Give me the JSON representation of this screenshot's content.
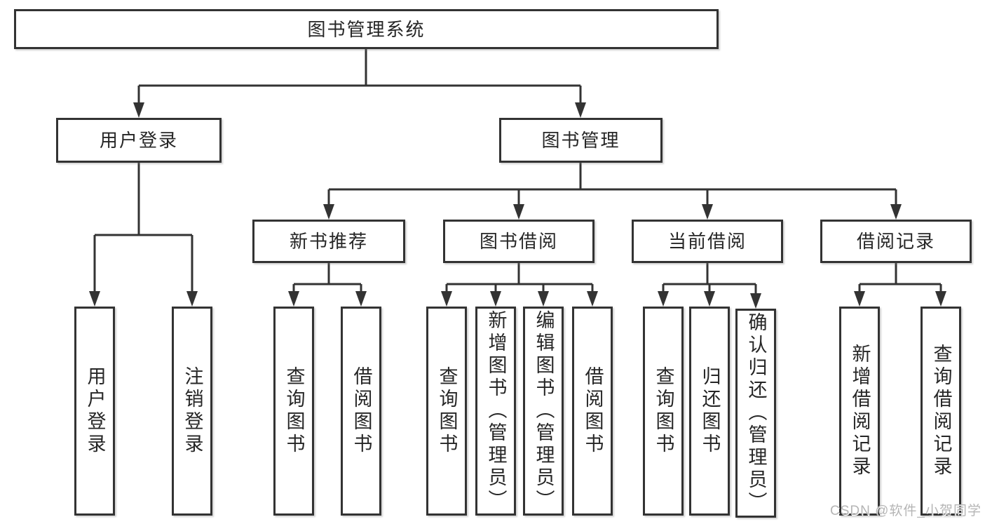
{
  "tree": {
    "label": "图书管理系统",
    "children": [
      {
        "label": "用户登录",
        "children": [
          {
            "label": "用户登录"
          },
          {
            "label": "注销登录"
          }
        ]
      },
      {
        "label": "图书管理",
        "children": [
          {
            "label": "新书推荐",
            "children": [
              {
                "label": "查询图书"
              },
              {
                "label": "借阅图书"
              }
            ]
          },
          {
            "label": "图书借阅",
            "children": [
              {
                "label": "查询图书"
              },
              {
                "label": "新增图书（管理员）"
              },
              {
                "label": "编辑图书（管理员）"
              },
              {
                "label": "借阅图书"
              }
            ]
          },
          {
            "label": "当前借阅",
            "children": [
              {
                "label": "查询图书"
              },
              {
                "label": "归还图书"
              },
              {
                "label": "确认归还（管理员）"
              }
            ]
          },
          {
            "label": "借阅记录",
            "children": [
              {
                "label": "新增借阅记录"
              },
              {
                "label": "查询借阅记录"
              }
            ]
          }
        ]
      }
    ]
  },
  "watermark": {
    "text": "CSDN @软件_小贺同学"
  },
  "colors": {
    "line": "#333333",
    "text": "#262626",
    "watermark": "#b5b5b5",
    "bg": "#ffffff"
  }
}
